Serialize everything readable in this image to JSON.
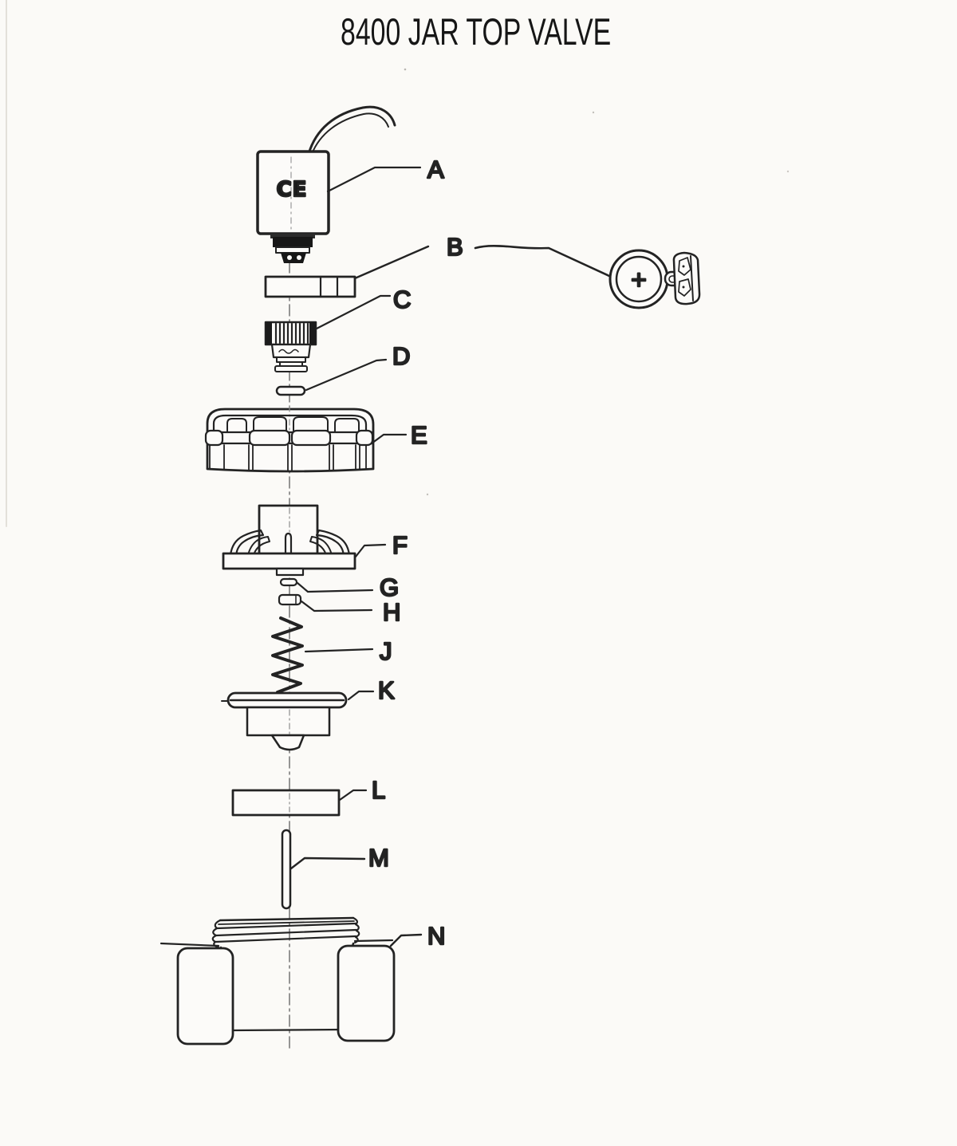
{
  "title": "8400 JAR TOP VALVE",
  "marks": {
    "ce_mark": "CE",
    "plus_mark": "+"
  },
  "part_labels": [
    "A",
    "B",
    "C",
    "D",
    "E",
    "F",
    "G",
    "H",
    "J",
    "K",
    "L",
    "M",
    "N"
  ]
}
